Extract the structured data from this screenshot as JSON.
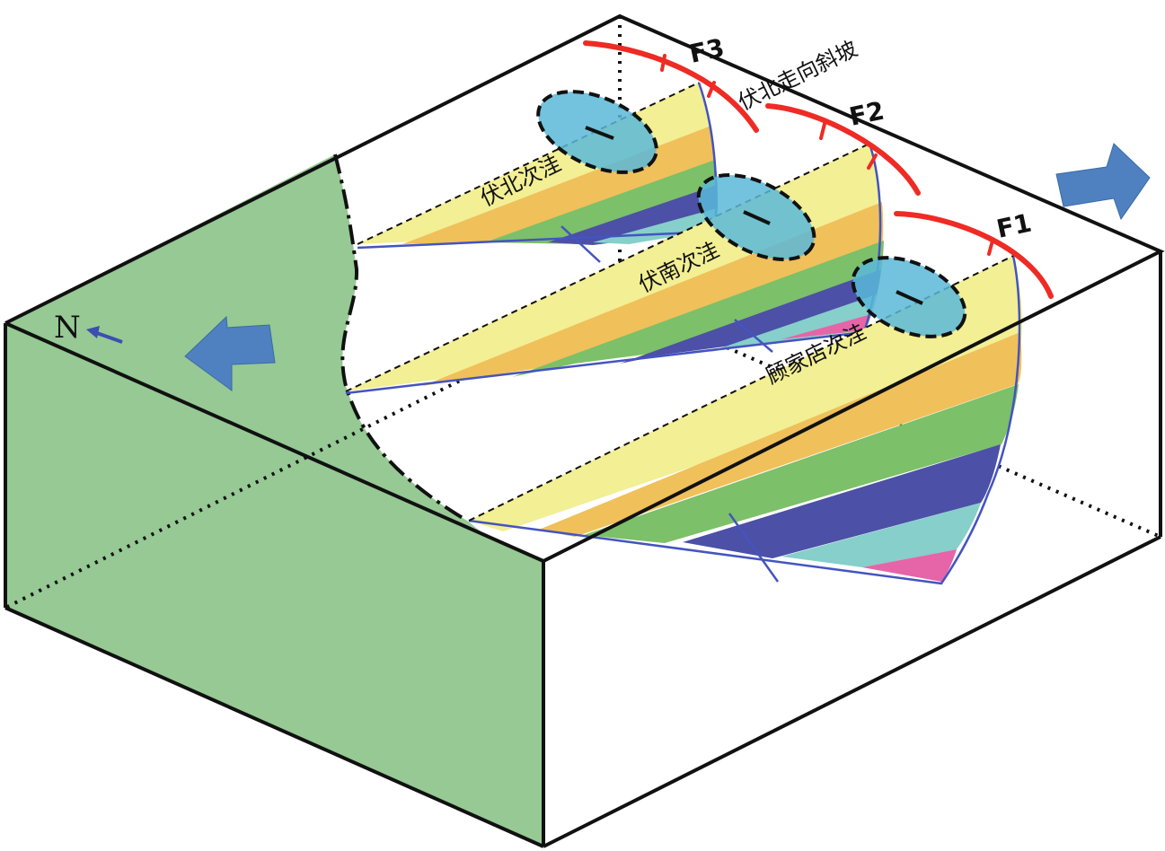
{
  "labels": {
    "compass_north": "N",
    "fault_f1": "F1",
    "fault_f2": "F2",
    "fault_f3": "F3",
    "slope_fubei": "伏北走向斜坡",
    "sag_fubei": "伏北次洼",
    "sag_funan": "伏南次洼",
    "sag_gujiadian": "顾家店次洼"
  },
  "colors": {
    "green_face": "#96c994",
    "fault_red": "#ee2b24",
    "fault_outline": "#4454c0",
    "arrow_blue": "#4f81c0",
    "ellipse_fill": "#5ab9d8",
    "layer_yellow": "#f2ef94",
    "layer_orange": "#f0c05a",
    "layer_green": "#7cc069",
    "layer_indigo": "#4c50a6",
    "layer_teal": "#86cfcb",
    "layer_pink": "#e565a8",
    "layer_salmon": "#f2a877"
  },
  "icons": {
    "extension_arrow_left": "block-arrow-left-icon",
    "extension_arrow_right": "block-arrow-right-icon",
    "north_arrow": "north-arrow-icon"
  }
}
